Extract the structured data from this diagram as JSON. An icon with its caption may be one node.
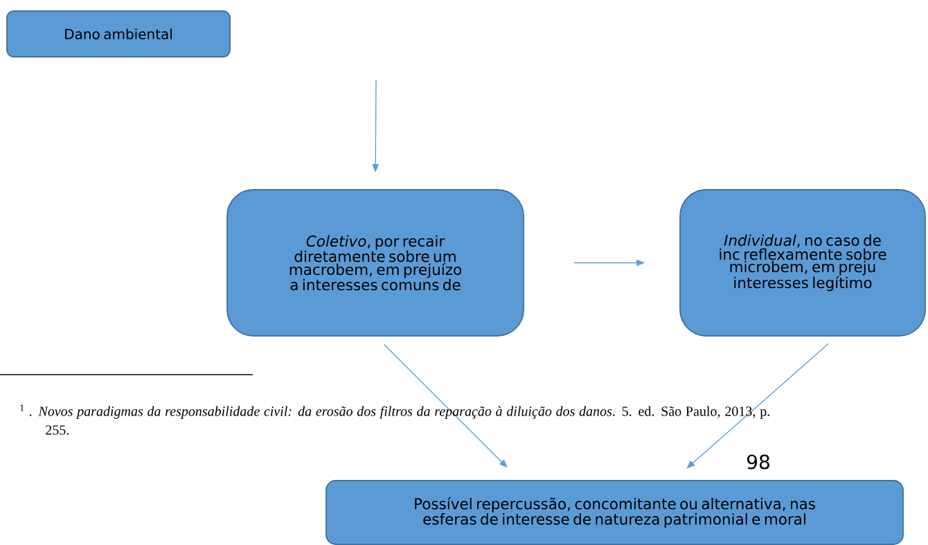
{
  "diagram": {
    "nodes": [
      {
        "text": [
          "Dano ambiental"
        ]
      },
      {
        "text": [
          "*Coletivo*, por recair diretamente sobre um macrobem, em prejuízo a interesses comuns de"
        ]
      },
      {
        "text": [
          "*Individual*, no caso de inc reflexamente sobre microbem, em preju interesses legítimo"
        ]
      },
      {
        "text": [
          "Possível repercussão, concomitante ou alternativa, nas esferas de interesse de natureza patrimonial e moral"
        ]
      }
    ],
    "edges": [
      {
        "from": null,
        "to": 1,
        "arrow": "to"
      },
      {
        "from": 1,
        "to": 2,
        "arrow": "to"
      },
      {
        "from": 1,
        "to": 3,
        "arrow": "to"
      },
      {
        "from": 2,
        "to": 3,
        "arrow": "to"
      }
    ],
    "labels": [
      "$^{1}$ . *Novos paradigmas da responsabilidade civil: da erosão dos filtros da reparação à diluição dos danos*. 5. ed. São Paulo, 2013, p. 255.",
      "98"
    ]
  }
}
